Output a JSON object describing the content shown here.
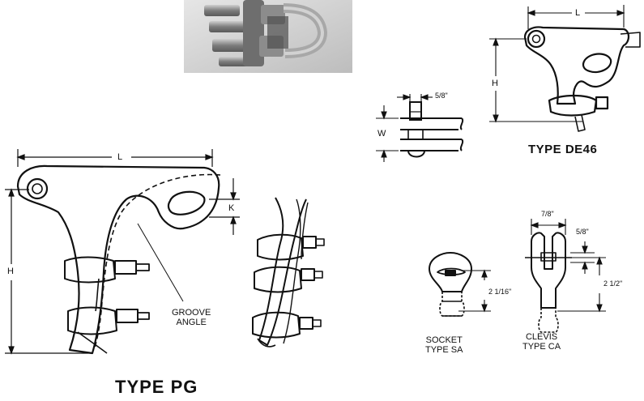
{
  "photo": {
    "caption": ""
  },
  "type_pg": {
    "title": "TYPE PG",
    "dim_l": "L",
    "dim_h": "H",
    "dim_k": "K",
    "groove_angle": [
      "GROOVE",
      "ANGLE"
    ]
  },
  "type_de46": {
    "title": "TYPE DE46",
    "dim_l": "L",
    "dim_h": "H"
  },
  "detail_w": {
    "dim_w": "W",
    "dim_5_8": "5/8\""
  },
  "socket": {
    "label": [
      "SOCKET",
      "TYPE SA"
    ],
    "dim": "2 1/16\""
  },
  "clevis": {
    "label": [
      "CLEVIS",
      "TYPE CA"
    ],
    "dim_top": "7/8\"",
    "dim_side": "5/8\"",
    "dim_height": "2 1/2\""
  },
  "colors": {
    "ink": "#111111",
    "photo_bg": "#d8d8d8",
    "metal": "#9a9a9a"
  }
}
